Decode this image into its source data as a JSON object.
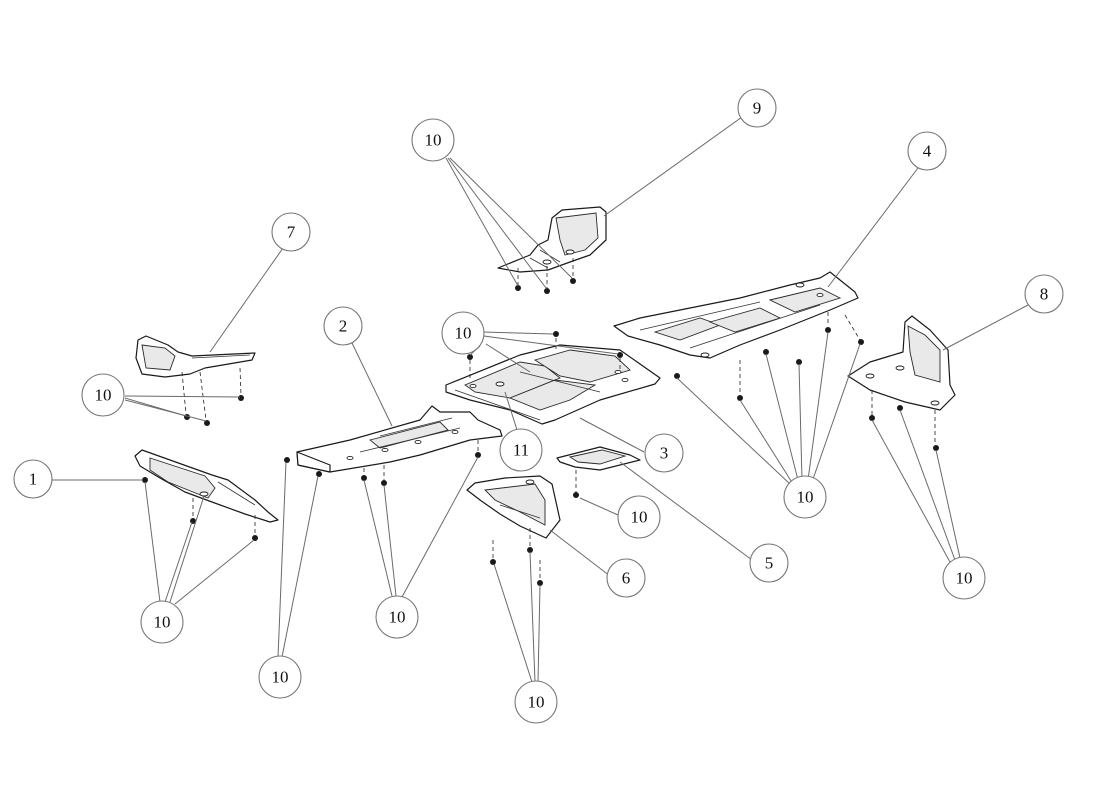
{
  "callouts": {
    "c1": "1",
    "c2": "2",
    "c3": "3",
    "c4": "4",
    "c5": "5",
    "c6": "6",
    "c7": "7",
    "c8": "8",
    "c9": "9",
    "c10_top": "10",
    "c10_left": "10",
    "c10_center": "10",
    "c10_part5": "10",
    "c10_right_mid": "10",
    "c10_right": "10",
    "c10_part1": "10",
    "c10_part2": "10",
    "c10_far_left": "10",
    "c10_part6": "10",
    "c11": "11"
  }
}
